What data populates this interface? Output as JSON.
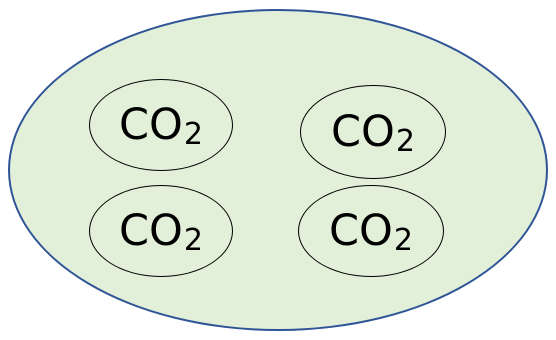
{
  "diagram": {
    "colors": {
      "outer_fill": "#e2efd9",
      "outer_border": "#2f5597",
      "molecule_border": "#000000",
      "text": "#000000"
    },
    "molecules": [
      {
        "base": "CO",
        "subscript": "2"
      },
      {
        "base": "CO",
        "subscript": "2"
      },
      {
        "base": "CO",
        "subscript": "2"
      },
      {
        "base": "CO",
        "subscript": "2"
      }
    ]
  }
}
